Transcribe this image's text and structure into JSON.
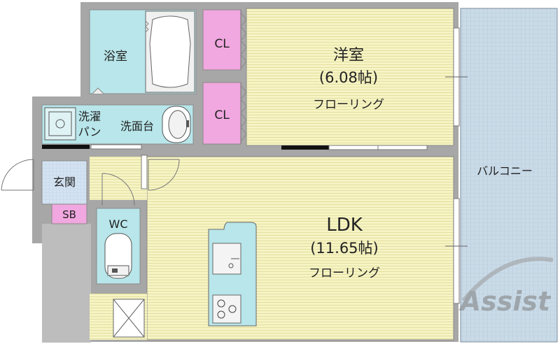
{
  "rooms": {
    "bath": {
      "label": "浴室"
    },
    "closet_upper": {
      "label": "CL"
    },
    "closet_lower": {
      "label": "CL"
    },
    "western_room": {
      "name": "洋室",
      "size": "(6.08帖)",
      "floor": "フローリング"
    },
    "laundry_pan": {
      "line1": "洗濯",
      "line2": "パン"
    },
    "washbasin": {
      "label": "洗面台"
    },
    "entrance": {
      "label": "玄関"
    },
    "shoe_box": {
      "label": "SB"
    },
    "toilet": {
      "label": "WC"
    },
    "ldk": {
      "name": "LDK",
      "size": "(11.65帖)",
      "floor": "フローリング"
    },
    "balcony": {
      "label": "バルコニー"
    }
  },
  "watermark": {
    "text": "Assist"
  },
  "colors": {
    "wall": "#9a9a9a",
    "room_floor": "#f5f3c0",
    "wet_area": "#b8e6ea",
    "closet": "#f1a7df",
    "entrance": "#cfe0f2",
    "balcony": "#c8d8e6"
  }
}
